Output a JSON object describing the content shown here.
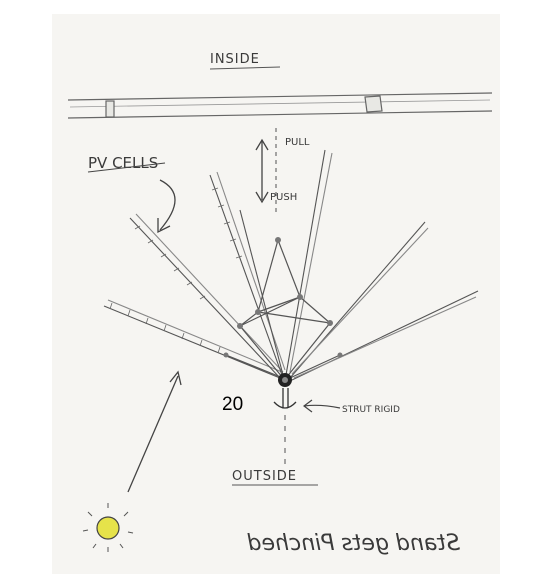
{
  "labels": {
    "inside": "INSIDE",
    "outside": "OUTSIDE",
    "pull": "PULL",
    "push": "PUSH",
    "pv_cells": "PV CELLS",
    "strut_rigid": "STRUT RIGID",
    "figure_number": "20",
    "caption_mirrored": "Stand gets Pinched"
  },
  "colors": {
    "ink": "#3a3a3a",
    "pencil": "#8a8a8a",
    "paper": "#f6f5f2",
    "sun": "#e6e34a"
  }
}
